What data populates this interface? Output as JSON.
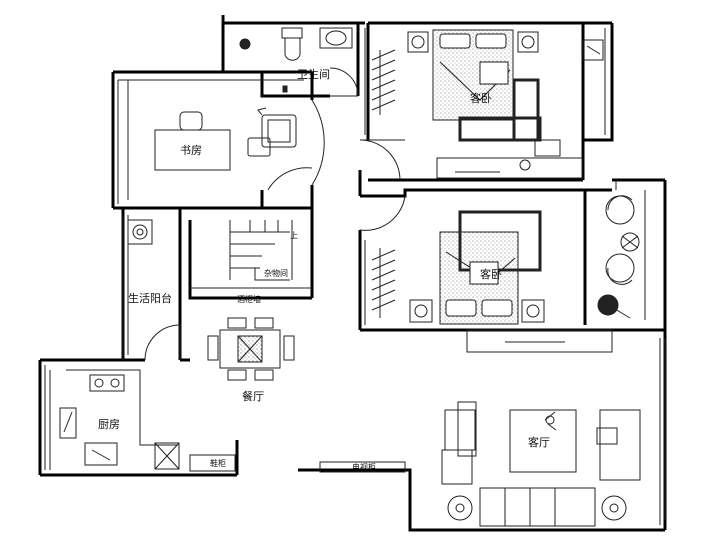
{
  "rooms": {
    "bathroom": "卫生间",
    "guest_bedroom_top": "客卧",
    "study": "书房",
    "guest_bedroom_mid": "客卧",
    "storage": "杂物间",
    "utility_balcony": "生活阳台",
    "wine_cabinet": "酒柜墙",
    "dining": "餐厅",
    "kitchen": "厨房",
    "shoe_cabinet": "鞋柜",
    "tv_cabinet": "电视柜",
    "living": "客厅",
    "stair_up": "上"
  },
  "colors": {
    "wall": "#000000",
    "line": "#222222",
    "background": "#ffffff"
  }
}
